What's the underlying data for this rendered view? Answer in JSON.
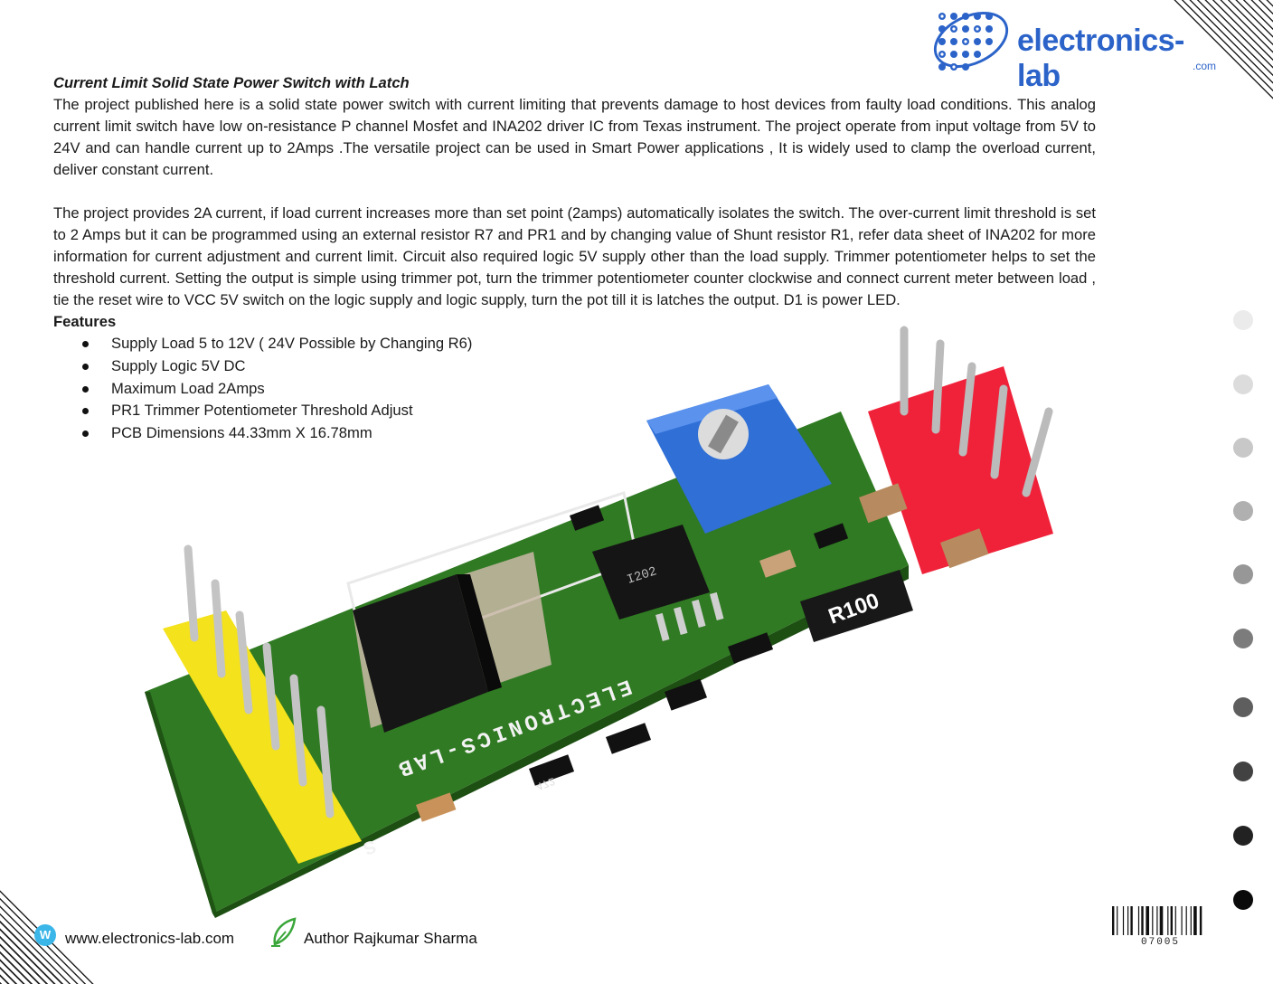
{
  "brand": {
    "name": "electronics-lab",
    "suffix": ".com",
    "accent": "#2b63c9"
  },
  "article": {
    "title": "Current Limit Solid State Power Switch with Latch",
    "paragraph1": "The project published here is a solid state power switch with current limiting that prevents damage to host devices from faulty load conditions. This analog current limit switch have low on-resistance P channel Mosfet and INA202 driver IC from Texas instrument. The project operate from input voltage from 5V to 24V and can handle current up to 2Amps .The versatile project can be used in Smart Power applications , It is widely used to clamp the overload current, deliver constant current.",
    "paragraph2": "The project provides 2A current, if load current increases more than set point (2amps) automatically isolates the switch. The over-current limit threshold is set to 2 Amps but it can be programmed using an external resistor R7 and PR1 and by changing value of Shunt resistor R1, refer data sheet of INA202 for more information for current adjustment and current limit. Circuit also required logic 5V supply other than the load supply. Trimmer potentiometer helps to set the threshold current. Setting the output is simple using trimmer pot, turn the trimmer potentiometer counter clockwise and connect current meter between load , tie the reset wire to VCC 5V switch on the logic supply and logic supply, turn the pot till it is  latches the output. D1 is power LED.",
    "features_heading": "Features",
    "features": [
      "Supply Load 5 to 12V ( 24V Possible by Changing R6)",
      "Supply Logic 5V DC",
      "Maximum Load 2Amps",
      "PR1 Trimmer Potentiometer Threshold Adjust",
      "PCB Dimensions 44.33mm X 16.78mm"
    ]
  },
  "board": {
    "silkscreen": "ELECTRONICS-LAB",
    "shunt_label": "R100",
    "resistor_code": "472",
    "pin_mark_left": "S",
    "ic_marking": "I202",
    "colors": {
      "pcb": "#2f7a22",
      "header_left": "#f4e21c",
      "header_right": "#f0223a",
      "trimmer": "#2f6fd6"
    }
  },
  "side_dots": [
    "#ebebeb",
    "#dcdcdc",
    "#c8c8c8",
    "#b0b0b0",
    "#979797",
    "#7c7c7c",
    "#5e5e5e",
    "#424242",
    "#222222",
    "#0a0a0a"
  ],
  "footer": {
    "web_badge": "W",
    "website": "www.electronics-lab.com",
    "author": "Author Rajkumar Sharma",
    "barcode_number": "07005"
  }
}
